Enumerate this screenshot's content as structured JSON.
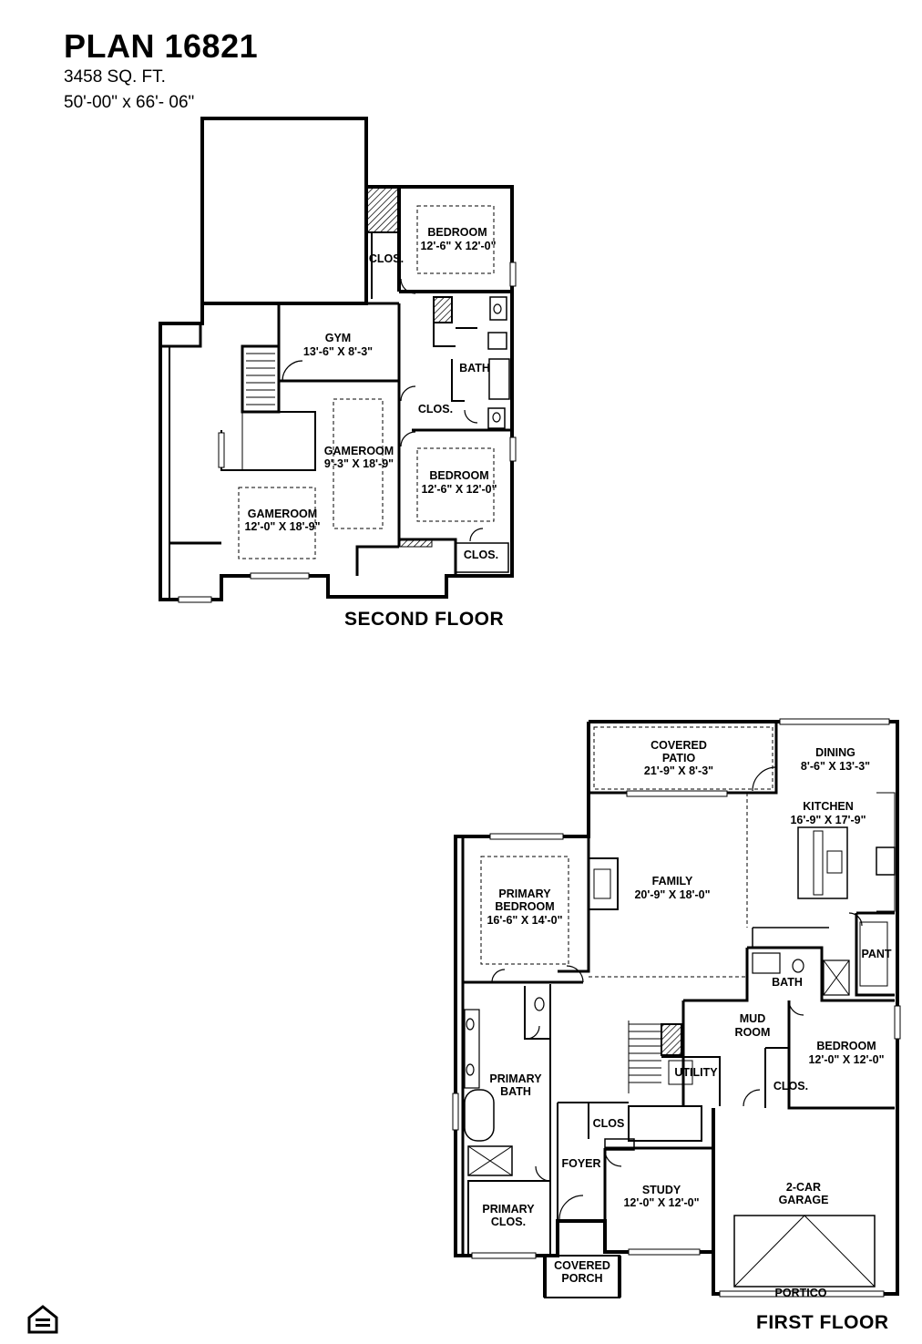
{
  "header": {
    "title": "PLAN 16821",
    "sqft": "3458 SQ. FT.",
    "dimensions": "50'-00\" x 66'- 06\""
  },
  "floors": {
    "second_label": "SECOND FLOOR",
    "first_label": "FIRST FLOOR"
  },
  "second_floor_rooms": {
    "bedroom1_name": "BEDROOM",
    "bedroom1_size": "12'-6\" X 12'-0\"",
    "clos1": "CLOS.",
    "gym_name": "GYM",
    "gym_size": "13'-6\" X 8'-3\"",
    "bath": "BATH",
    "clos2": "CLOS.",
    "gameroom1_name": "GAMEROOM",
    "gameroom1_size": "9'-3\" X 18'-9\"",
    "bedroom2_name": "BEDROOM",
    "bedroom2_size": "12'-6\" X 12'-0\"",
    "gameroom2_name": "GAMEROOM",
    "gameroom2_size": "12'-0\" X 18'-9\"",
    "clos3": "CLOS."
  },
  "first_floor_rooms": {
    "patio_name1": "COVERED",
    "patio_name2": "PATIO",
    "patio_size": "21'-9\" X 8'-3\"",
    "dining_name": "DINING",
    "dining_size": "8'-6\" X 13'-3\"",
    "kitchen_name": "KITCHEN",
    "kitchen_size": "16'-9\" X 17'-9\"",
    "primary_bed_name1": "PRIMARY",
    "primary_bed_name2": "BEDROOM",
    "primary_bed_size": "16'-6\" X 14'-0\"",
    "family_name": "FAMILY",
    "family_size": "20'-9\" X 18'-0\"",
    "pant": "PANT",
    "bath": "BATH",
    "mud1": "MUD",
    "mud2": "ROOM",
    "bedroom_name": "BEDROOM",
    "bedroom_size": "12'-0\" X 12'-0\"",
    "primary_bath1": "PRIMARY",
    "primary_bath2": "BATH",
    "utility": "UTILITY",
    "clos_bed": "CLOS.",
    "clos_foyer": "CLOS",
    "foyer": "FOYER",
    "study_name": "STUDY",
    "study_size": "12'-0\" X 12'-0\"",
    "garage1": "2-CAR",
    "garage2": "GARAGE",
    "primary_clos1": "PRIMARY",
    "primary_clos2": "CLOS.",
    "porch1": "COVERED",
    "porch2": "PORCH",
    "portico": "PORTICO"
  }
}
